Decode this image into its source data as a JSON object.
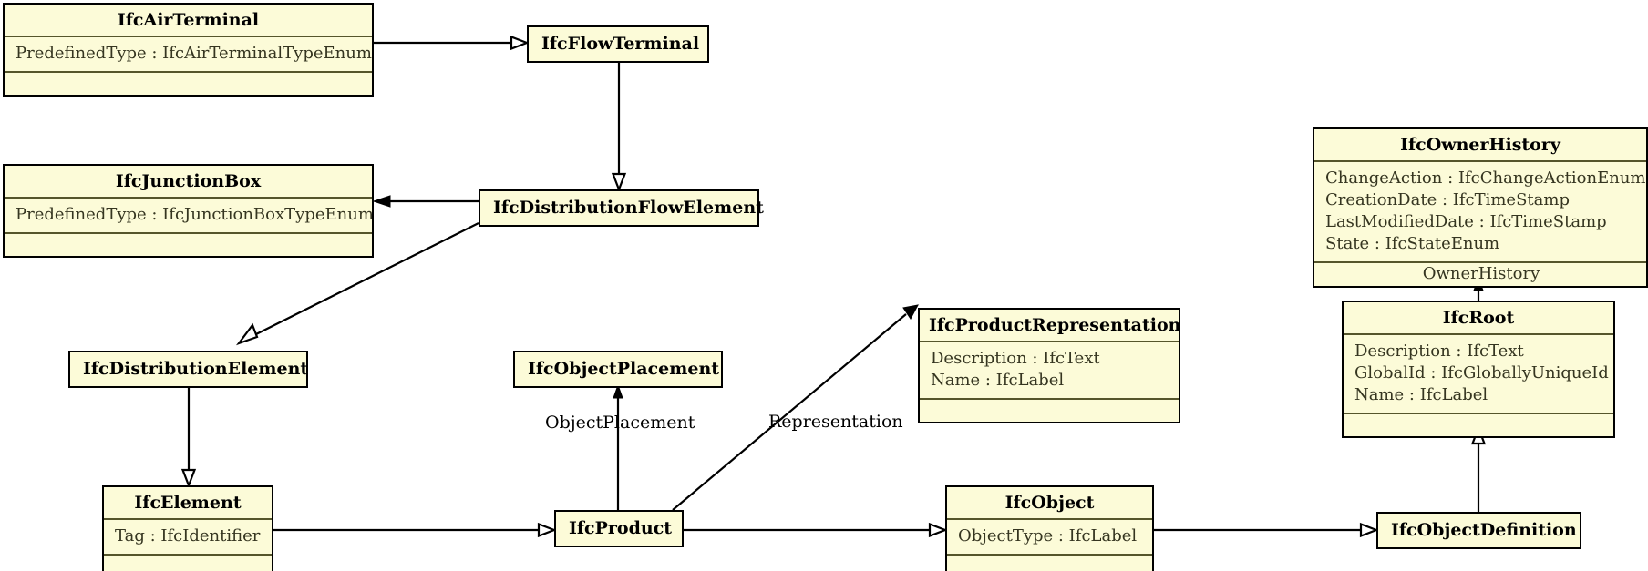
{
  "diagram": {
    "title": "IFC UML Class Diagram",
    "colors": {
      "class_fill": "#fcfbd8",
      "class_border": "#000000",
      "compartment_rule": "#55552b",
      "edge": "#000000",
      "background": "#ffffff"
    }
  },
  "classes": [
    {
      "id": "ifc-air-terminal",
      "name": "IfcAirTerminal",
      "attributes": [
        "PredefinedType : IfcAirTerminalTypeEnum"
      ],
      "operations": [],
      "compartments": 3
    },
    {
      "id": "ifc-flow-terminal",
      "name": "IfcFlowTerminal",
      "attributes": [],
      "operations": [],
      "compartments": 1
    },
    {
      "id": "ifc-junction-box",
      "name": "IfcJunctionBox",
      "attributes": [
        "PredefinedType : IfcJunctionBoxTypeEnum"
      ],
      "operations": [],
      "compartments": 3
    },
    {
      "id": "ifc-distribution-flow-element",
      "name": "IfcDistributionFlowElement",
      "attributes": [],
      "operations": [],
      "compartments": 1
    },
    {
      "id": "ifc-owner-history",
      "name": "IfcOwnerHistory",
      "attributes": [
        "ChangeAction : IfcChangeActionEnum",
        "CreationDate : IfcTimeStamp",
        "LastModifiedDate : IfcTimeStamp",
        "State : IfcStateEnum"
      ],
      "operations": [
        "OwnerHistory"
      ],
      "compartments": 3
    },
    {
      "id": "ifc-distribution-element",
      "name": "IfcDistributionElement",
      "attributes": [],
      "operations": [],
      "compartments": 1
    },
    {
      "id": "ifc-object-placement",
      "name": "IfcObjectPlacement",
      "attributes": [],
      "operations": [],
      "compartments": 1
    },
    {
      "id": "ifc-product-representation",
      "name": "IfcProductRepresentation",
      "attributes": [
        "Description : IfcText",
        "Name : IfcLabel"
      ],
      "operations": [],
      "compartments": 3
    },
    {
      "id": "ifc-root",
      "name": "IfcRoot",
      "attributes": [
        "Description : IfcText",
        "GlobalId : IfcGloballyUniqueId",
        "Name : IfcLabel"
      ],
      "operations": [],
      "compartments": 3
    },
    {
      "id": "ifc-element",
      "name": "IfcElement",
      "attributes": [
        "Tag : IfcIdentifier"
      ],
      "operations": [],
      "compartments": 3
    },
    {
      "id": "ifc-product",
      "name": "IfcProduct",
      "attributes": [],
      "operations": [],
      "compartments": 1
    },
    {
      "id": "ifc-object",
      "name": "IfcObject",
      "attributes": [
        "ObjectType : IfcLabel"
      ],
      "operations": [],
      "compartments": 3
    },
    {
      "id": "ifc-object-definition",
      "name": "IfcObjectDefinition",
      "attributes": [],
      "operations": [],
      "compartments": 1
    }
  ],
  "edge_labels": {
    "object_placement": "ObjectPlacement",
    "representation": "Representation"
  },
  "relationships": [
    {
      "from": "IfcAirTerminal",
      "to": "IfcFlowTerminal",
      "kind": "generalization"
    },
    {
      "from": "IfcFlowTerminal",
      "to": "IfcDistributionFlowElement",
      "kind": "generalization"
    },
    {
      "from": "IfcDistributionFlowElement",
      "to": "IfcJunctionBox",
      "kind": "association"
    },
    {
      "from": "IfcDistributionFlowElement",
      "to": "IfcDistributionElement",
      "kind": "generalization"
    },
    {
      "from": "IfcDistributionElement",
      "to": "IfcElement",
      "kind": "generalization"
    },
    {
      "from": "IfcElement",
      "to": "IfcProduct",
      "kind": "generalization"
    },
    {
      "from": "IfcProduct",
      "to": "IfcObjectPlacement",
      "kind": "association",
      "label": "ObjectPlacement"
    },
    {
      "from": "IfcProduct",
      "to": "IfcProductRepresentation",
      "kind": "association",
      "label": "Representation"
    },
    {
      "from": "IfcProduct",
      "to": "IfcObject",
      "kind": "generalization"
    },
    {
      "from": "IfcObject",
      "to": "IfcObjectDefinition",
      "kind": "generalization"
    },
    {
      "from": "IfcObjectDefinition",
      "to": "IfcRoot",
      "kind": "generalization"
    },
    {
      "from": "IfcRoot",
      "to": "IfcOwnerHistory",
      "kind": "association",
      "label": "OwnerHistory"
    }
  ]
}
